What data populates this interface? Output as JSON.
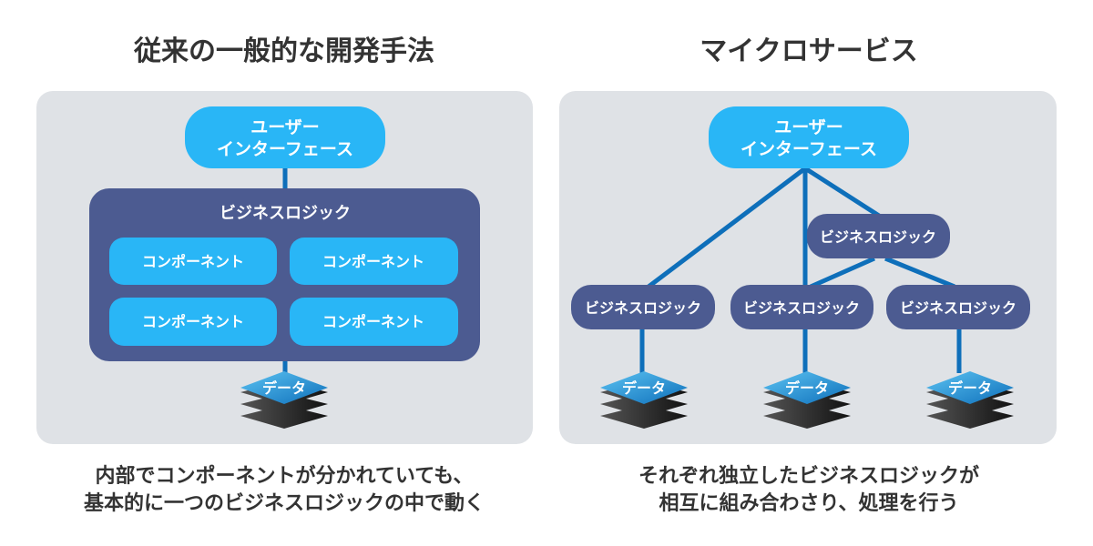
{
  "left": {
    "title": "従来の一般的な開発手法",
    "ui_line1": "ユーザー",
    "ui_line2": "インターフェース",
    "business_logic": "ビジネスロジック",
    "components": [
      "コンポーネント",
      "コンポーネント",
      "コンポーネント",
      "コンポーネント"
    ],
    "data": "データ",
    "caption_line1": "内部でコンポーネントが分かれていても、",
    "caption_line2": "基本的に一つのビジネスロジックの中で動く"
  },
  "right": {
    "title": "マイクロサービス",
    "ui_line1": "ユーザー",
    "ui_line2": "インターフェース",
    "business_logic": [
      "ビジネスロジック",
      "ビジネスロジック",
      "ビジネスロジック",
      "ビジネスロジック"
    ],
    "data": [
      "データ",
      "データ",
      "データ"
    ],
    "caption_line1": "それぞれ独立したビジネスロジックが",
    "caption_line2": "相互に組み合わさり、処理を行う"
  },
  "colors": {
    "panel": "#dfe2e6",
    "ui": "#29b6f6",
    "logic": "#4c5b91",
    "component": "#29b6f6",
    "connector": "#0e6fba",
    "data_top": "#1f8fd6",
    "data_layers": "#2a2a2a"
  }
}
